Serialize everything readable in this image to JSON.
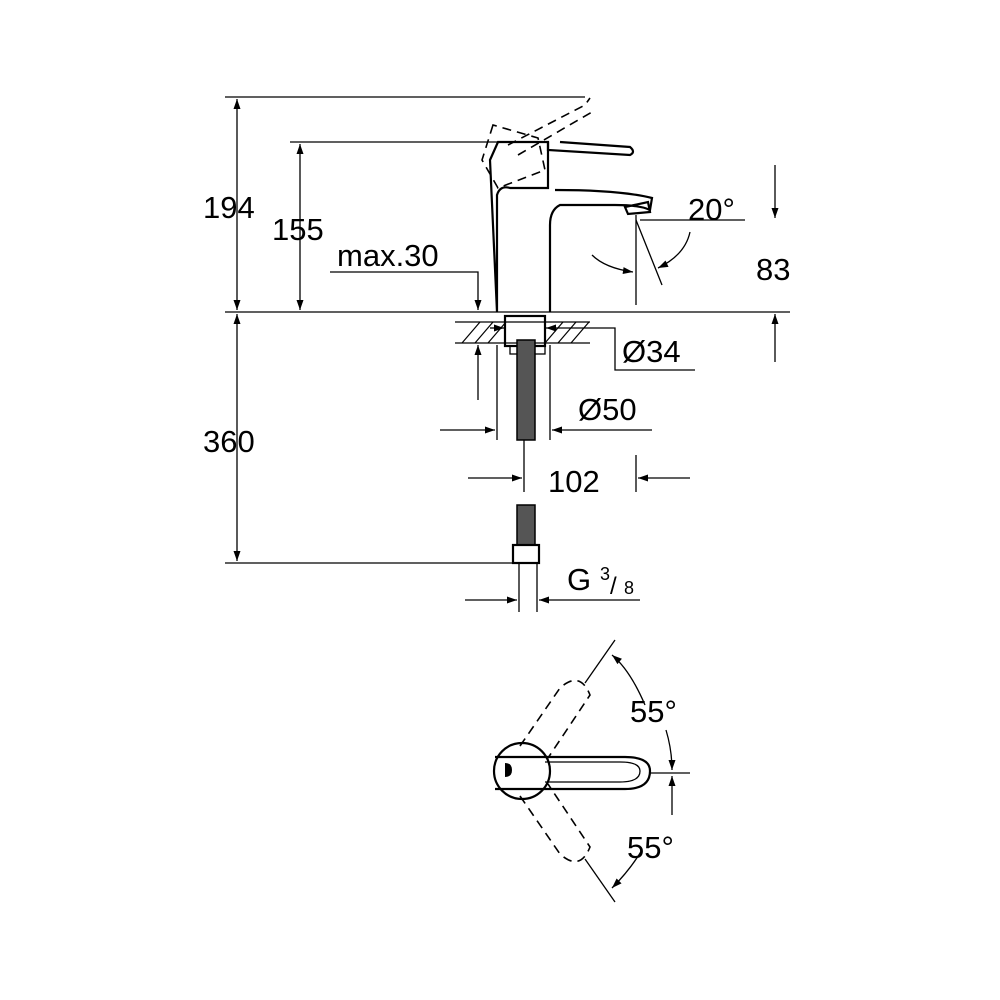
{
  "title": "Single-lever basin mixer dimension drawing",
  "dimensions": {
    "total_height": "194",
    "handle_height": "155",
    "below_deck": "360",
    "max_deck": "max.30",
    "spout_angle": "20°",
    "spout_height": "83",
    "hole_diameter": "Ø34",
    "base_diameter": "Ø50",
    "projection": "102",
    "connection_g": "G",
    "connection_num": "3",
    "connection_den": "8",
    "lever_angle_left": "55°",
    "lever_angle_right": "55°"
  }
}
